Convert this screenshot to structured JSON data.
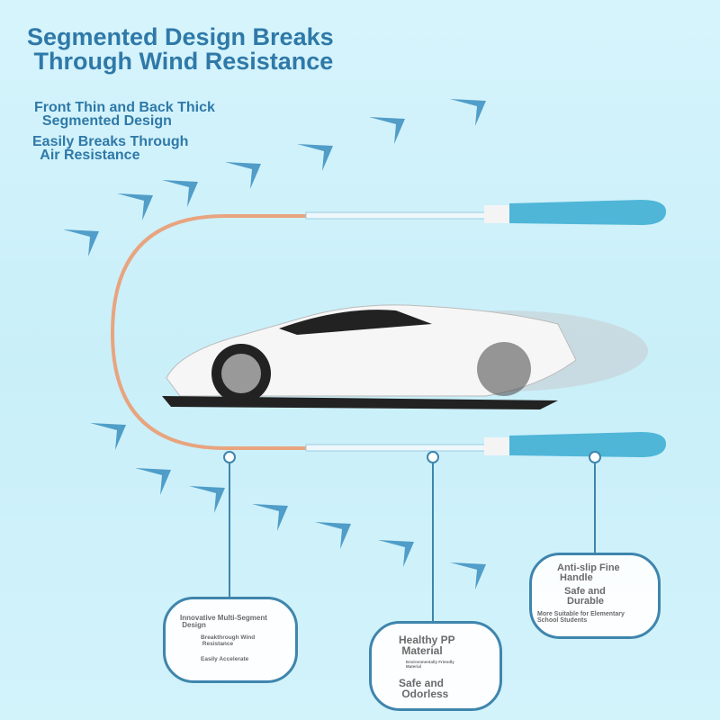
{
  "title": "Segmented Design Breaks\n Through Wind Resistance",
  "features": [
    {
      "text": "Front Thin and Back Thick\n  Segmented Design"
    },
    {
      "text": "Easily Breaks Through\n  Air Resistance"
    }
  ],
  "callouts": [
    {
      "lines": [
        "Innovative Multi-Segment\n Design",
        "Breakthrough Wind\n Resistance",
        "Easily Accelerate"
      ]
    },
    {
      "lines": [
        "Healthy PP\n Material",
        "Environmentally Friendly\nMaterial",
        "Safe and\n Odorless"
      ]
    },
    {
      "lines": [
        "Anti-slip Fine\n Handle",
        "Safe and\n Durable",
        "More Suitable for Elementary\nSchool Students"
      ]
    }
  ],
  "colors": {
    "accent": "#2f79a8",
    "rope": "#e8a47f",
    "handle": "#4fb6d8",
    "background": "#cdf1fb"
  }
}
